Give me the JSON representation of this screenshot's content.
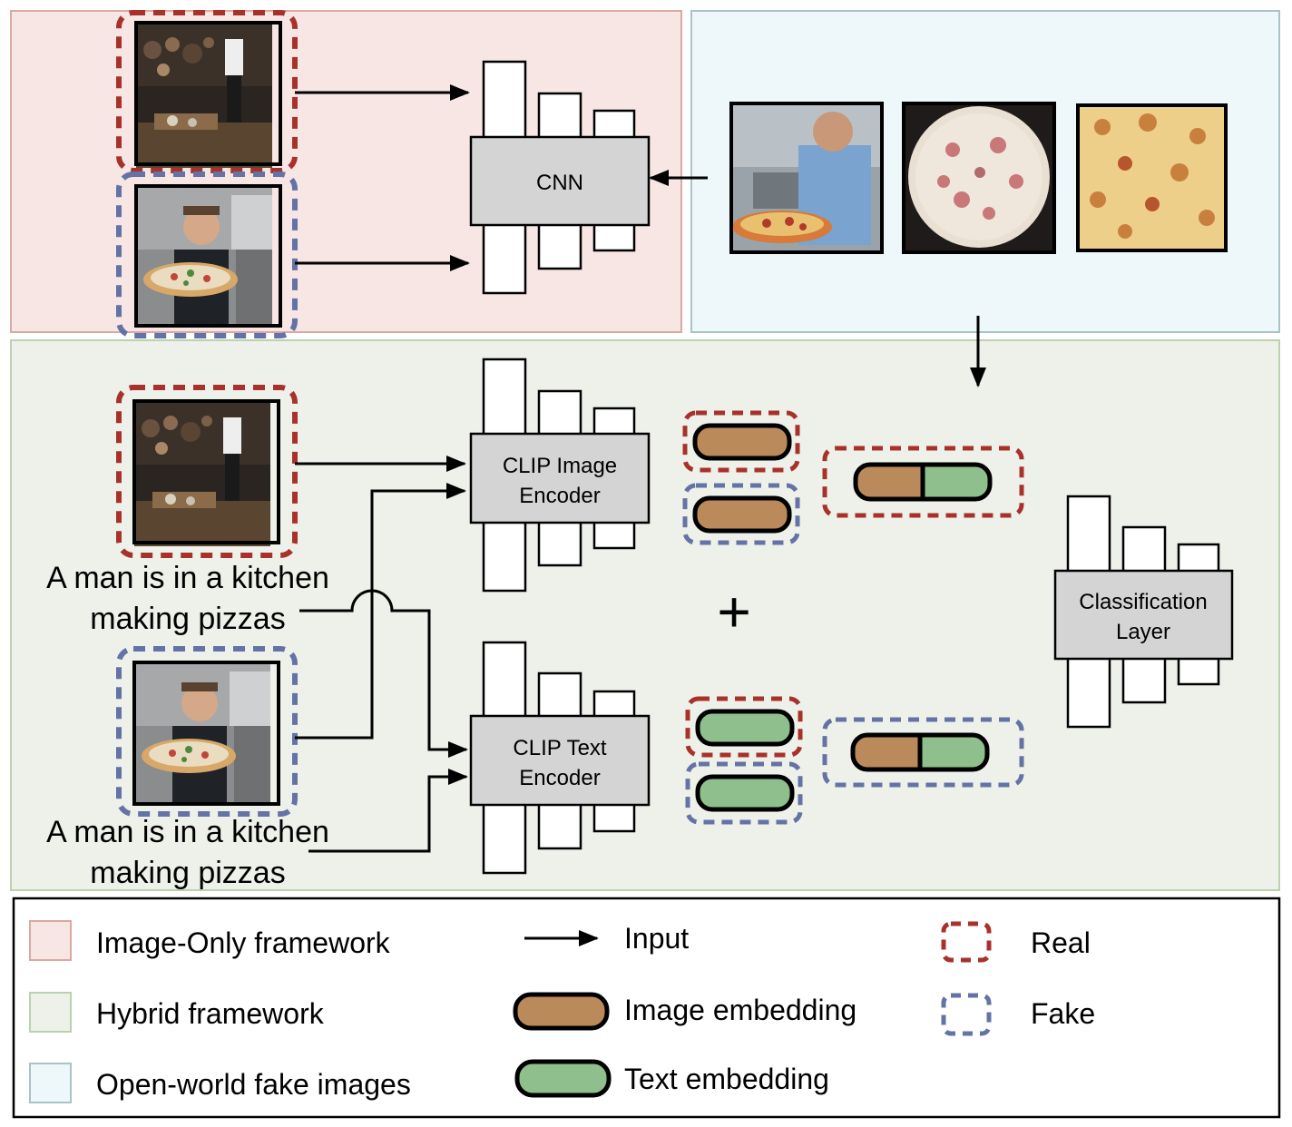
{
  "cnn": {
    "label": "CNN"
  },
  "clip_image_encoder": {
    "line1": "CLIP Image",
    "line2": "Encoder"
  },
  "clip_text_encoder": {
    "line1": "CLIP Text",
    "line2": "Encoder"
  },
  "classification_layer": {
    "line1": "Classification",
    "line2": "Layer"
  },
  "captions": {
    "real_line1": "A man is in a kitchen",
    "real_line2": "making pizzas",
    "fake_line1": "A man is in a kitchen",
    "fake_line2": "making pizzas"
  },
  "plus_sign": "+",
  "legend": {
    "image_only": "Image-Only framework",
    "hybrid": "Hybrid framework",
    "open_world": "Open-world fake images",
    "input": "Input",
    "image_embedding": "Image embedding",
    "text_embedding": "Text embedding",
    "real": "Real",
    "fake": "Fake"
  },
  "colors": {
    "image_only_bg": "#f7e6e4",
    "image_only_border": "#d9a9a3",
    "open_world_bg": "#eef8fa",
    "open_world_border": "#a9c3c6",
    "hybrid_bg": "#eef1ea",
    "hybrid_border": "#bcd1b0",
    "real_dash": "#a8322b",
    "fake_dash": "#6472a6",
    "image_embedding": "#bb8a5b",
    "text_embedding": "#8fbf8c",
    "encoder_box": "#d4d4d4"
  },
  "icons": {
    "real_image": "kitchen-photo",
    "fake_image": "chef-with-pizza-photo",
    "open_world_images": [
      "chef-baking-pizza-photo",
      "pizza-topview-photo",
      "pizza-closeup-photo"
    ]
  }
}
